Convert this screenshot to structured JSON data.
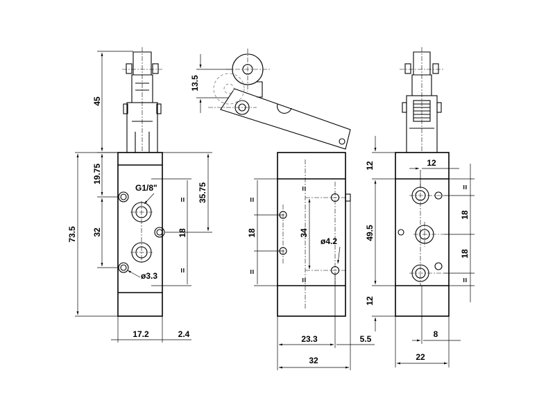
{
  "dimensions": {
    "front": {
      "overall_height_top": "45",
      "top_section": "19.75",
      "total_height": "73.5",
      "port_pitch": "32",
      "port_offset": "35.75",
      "port_spacing": "18",
      "width": "17.2",
      "offset": "2.4",
      "port_thread": "G1/8\"",
      "mounting_hole": "ø3.3",
      "equal_mark": "="
    },
    "lever": {
      "roller_offset": "13.5"
    },
    "side": {
      "port_spacing": "18",
      "hole_pitch": "34",
      "hole_diameter": "ø4.2",
      "width": "23.3",
      "offset": "5.5",
      "overall_width": "32",
      "equal_mark": "="
    },
    "rear": {
      "top_margin": "12",
      "top_offset": "12",
      "center_height": "49.5",
      "bottom_margin": "12",
      "port_spacing_upper": "18",
      "port_spacing_lower": "18",
      "offset": "8",
      "overall_width": "22",
      "equal_mark": "="
    }
  }
}
